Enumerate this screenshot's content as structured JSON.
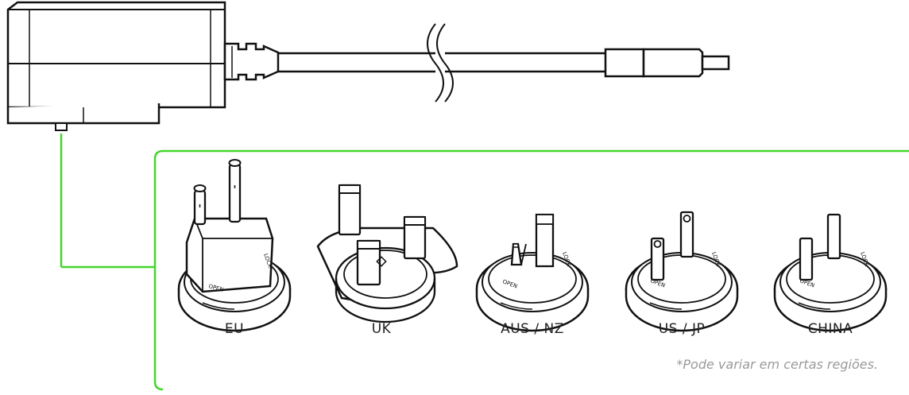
{
  "accent_color": "#44d62c",
  "plugs": [
    {
      "label": "EU"
    },
    {
      "label": "UK"
    },
    {
      "label": "AUS / NZ"
    },
    {
      "label": "US / JP"
    },
    {
      "label": "CHINA"
    }
  ],
  "ring_text": {
    "lock": "LOCK",
    "open": "OPEN"
  },
  "footnote": "*Pode variar em certas regiões."
}
